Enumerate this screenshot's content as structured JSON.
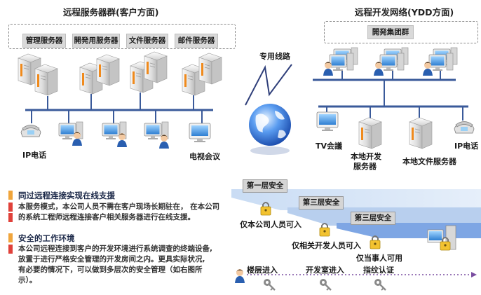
{
  "left": {
    "title": "远程服务器群(客户方面)",
    "servers": [
      "管理服务器",
      "開発用服务器",
      "文件服务器",
      "邮件服务器"
    ],
    "ip_phone": "IP电话",
    "tv_conf": "电视会议"
  },
  "right": {
    "title": "远程开发网络(YDD方面)",
    "group": "開発集团群",
    "tv_conf": "TV会議",
    "local_dev_server_1": "本地开发",
    "local_dev_server_2": "服务器",
    "local_file_server": "本地文件服务器",
    "ip_phone": "IP电话"
  },
  "link": {
    "label": "专用线路"
  },
  "text": {
    "h1": "同过远程连接实现在线支援",
    "p1": [
      "本服务模式，本公司人员不需在客户现场长期驻在， 在本公司",
      "的系统工程师远程连接客户相关服务器进行在线支援。"
    ],
    "h2": "安全的工作环境",
    "p2": [
      "本公司远程连接到客户的开发环境进行系统调查的终端设备,",
      "放置于进行严格安全管理的开发房间之内。更具实际状况,",
      "有必要的情况下，可以做到多层次的安全管理（如右图所",
      "示）。"
    ]
  },
  "security": {
    "layer1": "第一层安全",
    "layer2": "第三层安全",
    "layer3": "第三层安全",
    "note1": "仅本公司人员可入",
    "note2": "仅相关开发人员可入",
    "note3": "仅当事人可用",
    "step1": "楼层进入",
    "step2": "开发室进入",
    "step3": "指纹认证"
  },
  "colors": {
    "orange": "#f0a53c",
    "red": "#e0413a",
    "line": "#3a5a9a",
    "globe": "#2f6fd6"
  }
}
